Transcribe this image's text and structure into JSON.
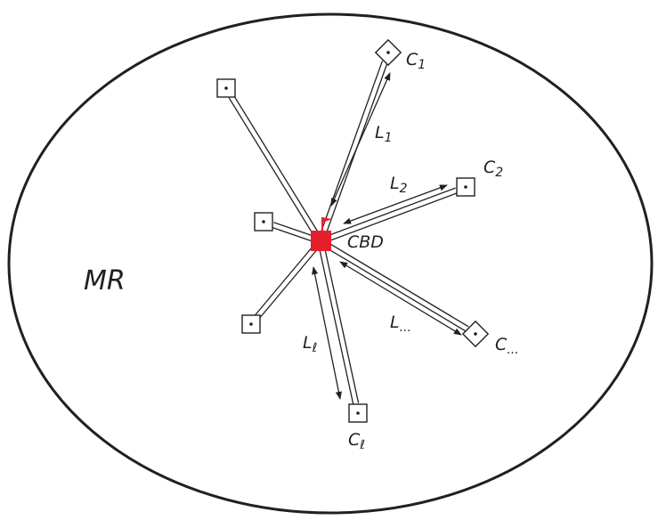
{
  "region_label": "MR",
  "cbd": {
    "label": "CBD",
    "color": "#e5202b"
  },
  "line_color": "#231f20",
  "cities": [
    {
      "id": "c1",
      "label": "C",
      "sub": "1"
    },
    {
      "id": "c2",
      "label": "C",
      "sub": "2"
    },
    {
      "id": "cdots",
      "label": "C",
      "sub": "..."
    },
    {
      "id": "cl",
      "label": "C",
      "sub": "ℓ"
    },
    {
      "id": "ul",
      "label": "",
      "sub": ""
    },
    {
      "id": "ml",
      "label": "",
      "sub": ""
    },
    {
      "id": "ll",
      "label": "",
      "sub": ""
    }
  ],
  "distances": [
    {
      "id": "L1",
      "label": "L",
      "sub": "1"
    },
    {
      "id": "L2",
      "label": "L",
      "sub": "2"
    },
    {
      "id": "Ldots",
      "label": "L",
      "sub": "..."
    },
    {
      "id": "Ll",
      "label": "L",
      "sub": "ℓ"
    }
  ]
}
